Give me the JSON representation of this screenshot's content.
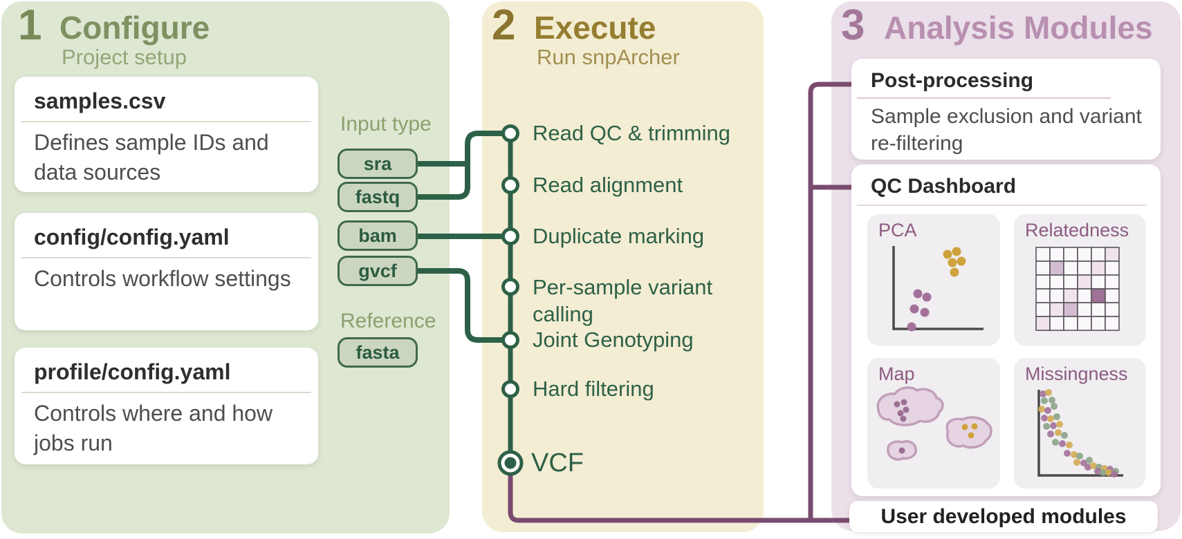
{
  "figure": {
    "description": "snpArcher workflow overview diagram",
    "accent_colors": {
      "green_dark": "#2d6147",
      "green_panel": "#dde7d2",
      "olive_text": "#7e9161",
      "gold_panel": "#f3edd3",
      "gold_text": "#967e31",
      "pink_panel": "#ebdfe9",
      "mauve_text": "#b88fb0",
      "purple_line": "#7a4b70"
    }
  },
  "panels": {
    "configure": {
      "number": "1",
      "title": "Configure",
      "subtitle": "Project setup",
      "cards": [
        {
          "title": "samples.csv",
          "body": "Defines sample IDs and data sources"
        },
        {
          "title": "config/config.yaml",
          "body": "Controls workflow settings"
        },
        {
          "title": "profile/config.yaml",
          "body": "Controls where and how jobs run"
        }
      ],
      "input_type_label": "Input type",
      "input_badges": [
        "sra",
        "fastq",
        "bam",
        "gvcf"
      ],
      "reference_label": "Reference",
      "reference_badge": "fasta"
    },
    "execute": {
      "number": "2",
      "title": "Execute",
      "subtitle": "Run snpArcher",
      "steps": [
        "Read QC & trimming",
        "Read alignment",
        "Duplicate marking",
        "Per-sample variant calling",
        "Joint Genotyping",
        "Hard filtering"
      ],
      "output_label": "VCF"
    },
    "analysis": {
      "number": "3",
      "title": "Analysis Modules",
      "post_processing": {
        "title": "Post-processing",
        "body": "Sample exclusion and variant re-filtering"
      },
      "qc_dashboard": {
        "title": "QC Dashboard",
        "tiles": [
          {
            "label": "PCA",
            "type": "scatter",
            "clusters": [
              {
                "color": "#a4719b",
                "points": [
                  [
                    73,
                    115
                  ],
                  [
                    86,
                    120
                  ],
                  [
                    68,
                    137
                  ],
                  [
                    83,
                    142
                  ],
                  [
                    64,
                    163
                  ]
                ]
              },
              {
                "color": "#cfa23d",
                "points": [
                  [
                    116,
                    58
                  ],
                  [
                    129,
                    54
                  ],
                  [
                    123,
                    70
                  ],
                  [
                    136,
                    68
                  ],
                  [
                    126,
                    84
                  ]
                ]
              }
            ]
          },
          {
            "label": "Relatedness",
            "type": "heatmap",
            "palette": {
              "0": "#fbf8fb",
              "1": "#f0e3ee",
              "2": "#d3bcd1",
              "3": "#9e7296"
            },
            "grid": [
              [
                0,
                0,
                0,
                0,
                0,
                1
              ],
              [
                0,
                2,
                0,
                0,
                1,
                0
              ],
              [
                0,
                0,
                0,
                1,
                0,
                0
              ],
              [
                0,
                0,
                1,
                0,
                3,
                0
              ],
              [
                0,
                1,
                2,
                0,
                0,
                0
              ],
              [
                1,
                0,
                0,
                0,
                0,
                0
              ]
            ]
          },
          {
            "label": "Map",
            "type": "map",
            "region_dots": [
              {
                "color": "#9c6f94",
                "points": [
                  [
                    43,
                    67
                  ],
                  [
                    53,
                    64
                  ],
                  [
                    56,
                    75
                  ],
                  [
                    48,
                    80
                  ],
                  [
                    52,
                    88
                  ]
                ]
              },
              {
                "color": "#d0a23e",
                "points": [
                  [
                    141,
                    100
                  ],
                  [
                    155,
                    99
                  ],
                  [
                    150,
                    112
                  ]
                ]
              },
              {
                "color": "#9c6f94",
                "points": [
                  [
                    50,
                    134
                  ]
                ]
              }
            ]
          },
          {
            "label": "Missingness",
            "type": "scatter-decay",
            "palette": {
              "p": "#a4719b",
              "g": "#d2ab52",
              "n": "#8aa387"
            },
            "points": [
              [
                42,
                52,
                "p"
              ],
              [
                50,
                50,
                "g"
              ],
              [
                44,
                62,
                "n"
              ],
              [
                55,
                61,
                "n"
              ],
              [
                40,
                74,
                "g"
              ],
              [
                49,
                76,
                "p"
              ],
              [
                58,
                70,
                "n"
              ],
              [
                44,
                87,
                "p"
              ],
              [
                53,
                88,
                "g"
              ],
              [
                62,
                85,
                "n"
              ],
              [
                47,
                99,
                "n"
              ],
              [
                57,
                98,
                "p"
              ],
              [
                66,
                96,
                "g"
              ],
              [
                53,
                110,
                "p"
              ],
              [
                64,
                108,
                "g"
              ],
              [
                73,
                112,
                "n"
              ],
              [
                60,
                122,
                "n"
              ],
              [
                70,
                124,
                "p"
              ],
              [
                80,
                126,
                "g"
              ],
              [
                77,
                138,
                "p"
              ],
              [
                87,
                140,
                "g"
              ],
              [
                95,
                142,
                "n"
              ],
              [
                91,
                151,
                "g"
              ],
              [
                101,
                152,
                "p"
              ],
              [
                109,
                148,
                "n"
              ],
              [
                107,
                158,
                "p"
              ],
              [
                115,
                156,
                "g"
              ],
              [
                123,
                158,
                "n"
              ],
              [
                121,
                164,
                "p"
              ],
              [
                131,
                160,
                "g"
              ],
              [
                129,
                166,
                "n"
              ],
              [
                139,
                161,
                "p"
              ],
              [
                137,
                166,
                "g"
              ],
              [
                147,
                164,
                "n"
              ],
              [
                145,
                168,
                "p"
              ]
            ]
          }
        ]
      },
      "user_modules_label": "User developed modules"
    }
  }
}
